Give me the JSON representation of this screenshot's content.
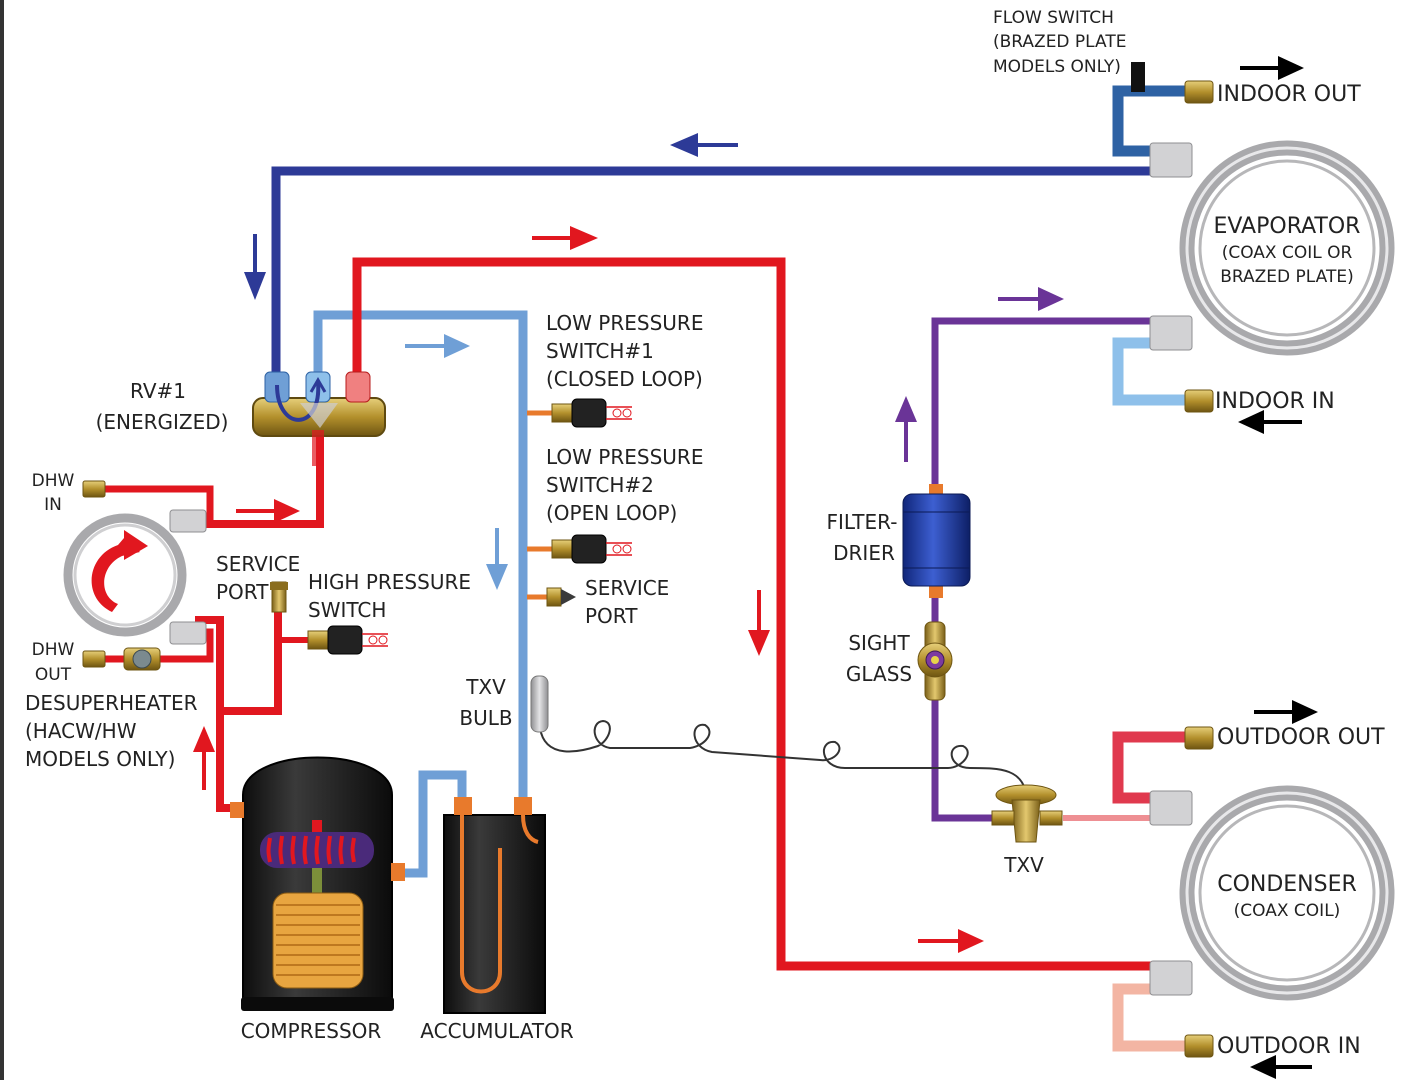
{
  "labels": {
    "flow_switch": [
      "FLOW SWITCH",
      "(BRAZED PLATE",
      "MODELS ONLY)"
    ],
    "indoor_out": "INDOOR OUT",
    "indoor_in": "INDOOR IN",
    "outdoor_out": "OUTDOOR OUT",
    "outdoor_in": "OUTDOOR IN",
    "evaporator": [
      "EVAPORATOR",
      "(COAX COIL OR",
      "BRAZED PLATE)"
    ],
    "condenser": [
      "CONDENSER",
      "(COAX COIL)"
    ],
    "rv1": [
      "RV#1",
      "(ENERGIZED)"
    ],
    "lps1": [
      "LOW PRESSURE",
      "SWITCH#1",
      "(CLOSED LOOP)"
    ],
    "lps2": [
      "LOW PRESSURE",
      "SWITCH#2",
      "(OPEN LOOP)"
    ],
    "service_port_right": [
      "SERVICE",
      "PORT"
    ],
    "service_port_left": [
      "SERVICE",
      "PORT"
    ],
    "high_pressure_switch": [
      "HIGH PRESSURE",
      "SWITCH"
    ],
    "dhw_in": [
      "DHW",
      "IN"
    ],
    "dhw_out": [
      "DHW",
      "OUT"
    ],
    "desuperheater": [
      "DESUPERHEATER",
      "(HACW/HW",
      "MODELS ONLY)"
    ],
    "txv_bulb": [
      "TXV",
      "BULB"
    ],
    "filter_drier": [
      "FILTER-",
      "DRIER"
    ],
    "sight_glass": [
      "SIGHT",
      "GLASS"
    ],
    "txv": "TXV",
    "compressor": "COMPRESSOR",
    "accumulator": "ACCUMULATOR"
  },
  "colors": {
    "suction_line": "#2d3a97",
    "suction_light": "#6f9fd6",
    "discharge": "#e1171f",
    "liquid_line": "#6a3497",
    "indoor_pipe": "#2e62a4",
    "indoor_in_pipe": "#8ec0ea",
    "outdoor_out_pipe": "#e0394e",
    "outdoor_in_pipe": "#f3b5a3",
    "txv_outlet": "#ee8f93",
    "coil_gray": "#b7b7b9",
    "brass": "#b99a33",
    "filter_drier": "#1c3a9a",
    "compressor_body": "#1b1b1b",
    "copper": "#e87a2c"
  }
}
